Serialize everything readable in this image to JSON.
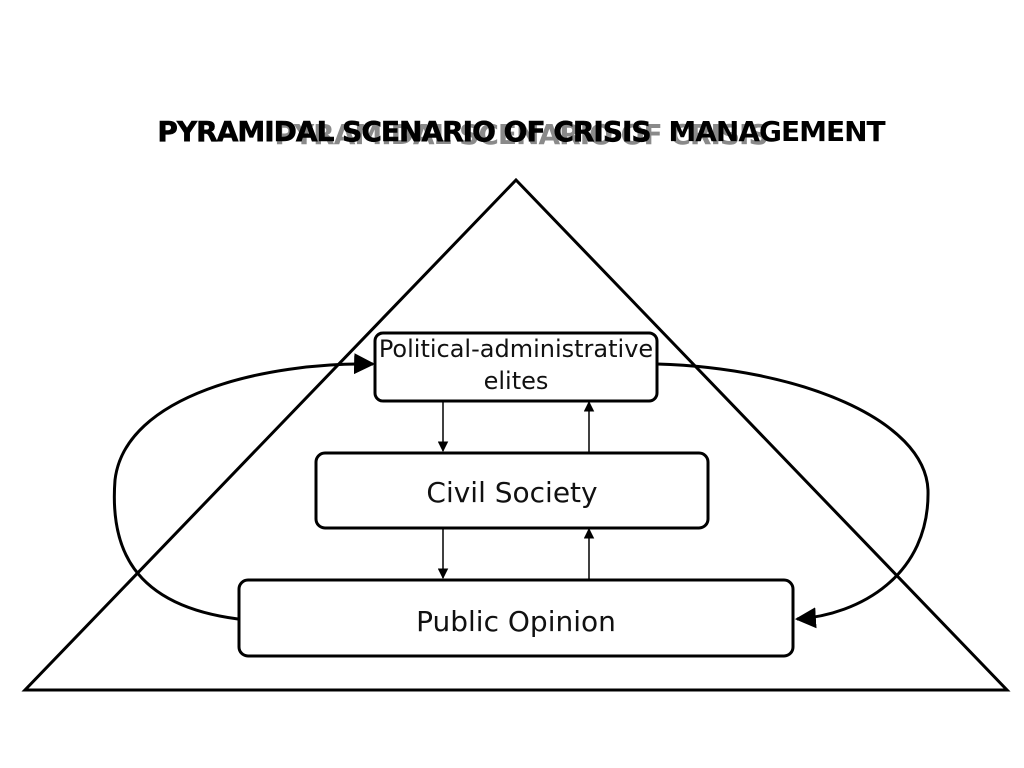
{
  "title": {
    "part1": "PYRAMIDAL SCENARIO OF CRISIS",
    "part2": "MANAGEMENT"
  },
  "nodes": {
    "elites": {
      "line1": "Political-administrative",
      "line2": "elites"
    },
    "civil_society": {
      "label": "Civil Society"
    },
    "public_opinion": {
      "label": "Public Opinion"
    }
  },
  "colors": {
    "stroke": "#000000",
    "background": "#ffffff",
    "title_shadow": "#8a8a8a"
  }
}
